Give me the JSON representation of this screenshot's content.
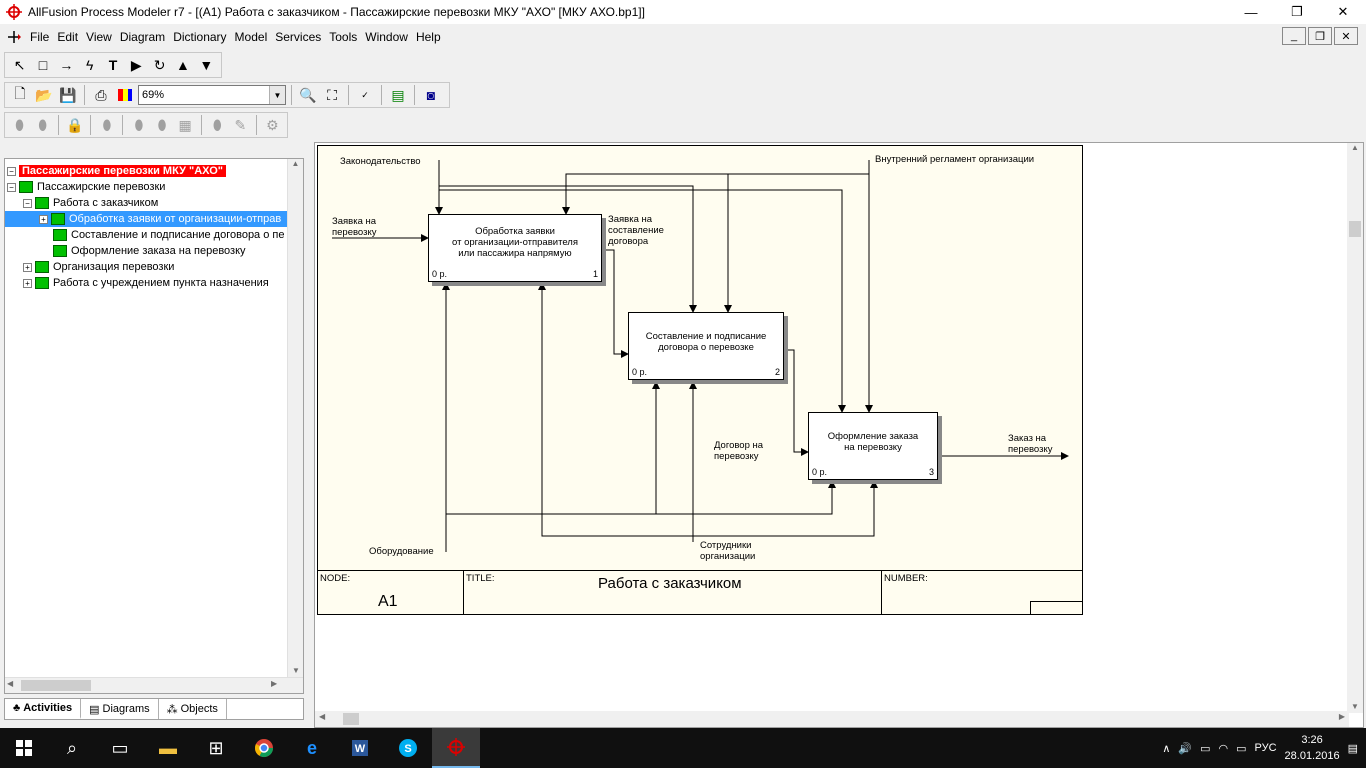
{
  "window": {
    "title": "AllFusion Process Modeler r7 - [(A1) Работа с заказчиком - Пассажирские перевозки МКУ \"АХО\"  [МКУ АХО.bp1]]",
    "min": "—",
    "max": "❐",
    "close": "✕"
  },
  "menu": {
    "items": [
      {
        "label": "File"
      },
      {
        "label": "Edit"
      },
      {
        "label": "View"
      },
      {
        "label": "Diagram"
      },
      {
        "label": "Dictionary"
      },
      {
        "label": "Model"
      },
      {
        "label": "Services"
      },
      {
        "label": "Tools"
      },
      {
        "label": "Window"
      },
      {
        "label": "Help"
      }
    ],
    "mdi_min": "_",
    "mdi_restore": "❐",
    "mdi_close": "✕"
  },
  "toolbar": {
    "zoom_value": "69%"
  },
  "tree": {
    "root": "Пассажирские перевозки МКУ \"АХО\"",
    "items": [
      {
        "label": "Пассажирские перевозки"
      },
      {
        "label": "Работа с заказчиком"
      },
      {
        "label": "Обработка заявки  от организации-отправ"
      },
      {
        "label": "Составление и подписание договора о пе"
      },
      {
        "label": "Оформление заказа  на перевозку"
      },
      {
        "label": "Организация перевозки"
      },
      {
        "label": "Работа с учреждением пункта назначения"
      }
    ]
  },
  "tabs": [
    {
      "label": "Activities"
    },
    {
      "label": "Diagrams"
    },
    {
      "label": "Objects"
    }
  ],
  "diagram": {
    "labels": {
      "law": "Законодательство",
      "reg": "Внутренний регламент организации",
      "req_in_1": "Заявка на",
      "req_in_2": "перевозку",
      "req_contract_1": "Заявка на",
      "req_contract_2": "составление",
      "req_contract_3": "договора",
      "contract_1": "Договор на",
      "contract_2": "перевозку",
      "order_1": "Заказ на",
      "order_2": "перевозку",
      "equipment": "Оборудование",
      "staff_1": "Сотрудники",
      "staff_2": "организации"
    },
    "boxes": [
      {
        "name_1": "Обработка заявки",
        "name_2": "от организации-отправителя",
        "name_3": "или пассажира напрямую",
        "cost": "0 р.",
        "num": "1"
      },
      {
        "name_1": "Составление и подписание",
        "name_2": "договора о перевозке",
        "name_3": "",
        "cost": "0 р.",
        "num": "2"
      },
      {
        "name_1": "Оформление заказа",
        "name_2": "на перевозку",
        "name_3": "",
        "cost": "0 р.",
        "num": "3"
      }
    ],
    "frame": {
      "node_label": "NODE:",
      "node_value": "A1",
      "title_label": "TITLE:",
      "title_value": "Работа с заказчиком",
      "number_label": "NUMBER:"
    }
  },
  "taskbar": {
    "lang": "РУС",
    "time": "3:26",
    "date": "28.01.2016"
  }
}
